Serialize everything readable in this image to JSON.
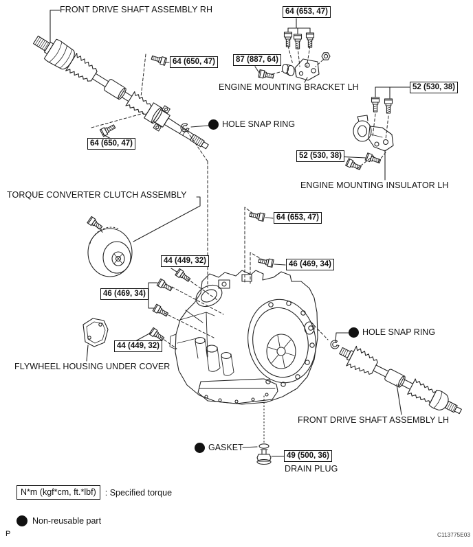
{
  "figure": {
    "footer_left": "P",
    "code": "C113775E03"
  },
  "legend": {
    "torque_symbol": "N*m (kgf*cm, ft.*lbf)",
    "torque_meaning": ": Specified torque",
    "non_reusable_label": "Non-reusable part"
  },
  "part_labels": {
    "front_drive_shaft_rh": "FRONT DRIVE SHAFT ASSEMBLY RH",
    "engine_mounting_bracket_lh": "ENGINE MOUNTING BRACKET LH",
    "engine_mounting_insulator_lh": "ENGINE MOUNTING INSULATOR LH",
    "hole_snap_ring_upper": "HOLE SNAP RING",
    "torque_converter_clutch_assembly": "TORQUE CONVERTER CLUTCH ASSEMBLY",
    "flywheel_housing_under_cover": "FLYWHEEL HOUSING UNDER COVER",
    "hole_snap_ring_lower": "HOLE SNAP RING",
    "front_drive_shaft_lh": "FRONT DRIVE SHAFT ASSEMBLY LH",
    "gasket": "GASKET",
    "drain_plug": "DRAIN PLUG"
  },
  "torque_specs": {
    "shaft_rh_upper": "64 (650, 47)",
    "bracket_bolts": "64 (653, 47)",
    "bracket_through_bolt": "87 (887, 64)",
    "insulator_upper": "52 (530, 38)",
    "insulator_side": "52 (530, 38)",
    "shaft_rh_lower": "64 (650, 47)",
    "case_upper_bolt": "64 (653, 47)",
    "case_mid_bolt": "46 (469, 34)",
    "case_44_upper": "44 (449, 32)",
    "case_46_left": "46 (469, 34)",
    "case_44_lower": "44 (449, 32)",
    "drain_plug": "49 (500, 36)"
  }
}
